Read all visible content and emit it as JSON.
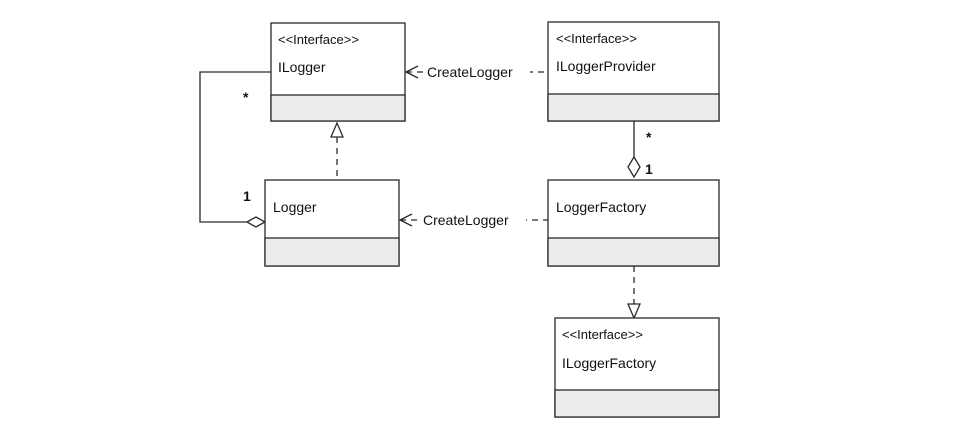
{
  "diagram": {
    "classes": {
      "ilogger": {
        "stereotype": "<<Interface>>",
        "name": "ILogger"
      },
      "iloggerprovider": {
        "stereotype": "<<Interface>>",
        "name": "ILoggerProvider"
      },
      "logger": {
        "stereotype": "",
        "name": "Logger"
      },
      "loggerfactory": {
        "stereotype": "",
        "name": "LoggerFactory"
      },
      "iloggerfactory": {
        "stereotype": "<<Interface>>",
        "name": "ILoggerFactory"
      }
    },
    "edges": {
      "provider_to_ilogger": {
        "label": "CreateLogger"
      },
      "factory_to_logger": {
        "label": "CreateLogger"
      },
      "logger_ilogger_aggregation": {
        "multiplicity_whole": "1",
        "multiplicity_part": "*"
      },
      "factory_provider_aggregation": {
        "multiplicity_whole": "1",
        "multiplicity_part": "*"
      }
    }
  }
}
